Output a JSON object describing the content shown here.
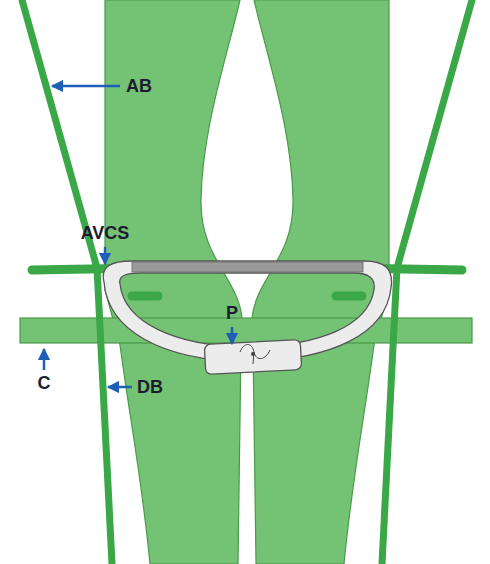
{
  "diagram": {
    "labels": [
      "AB",
      "AVCS",
      "P",
      "C",
      "DB"
    ]
  }
}
